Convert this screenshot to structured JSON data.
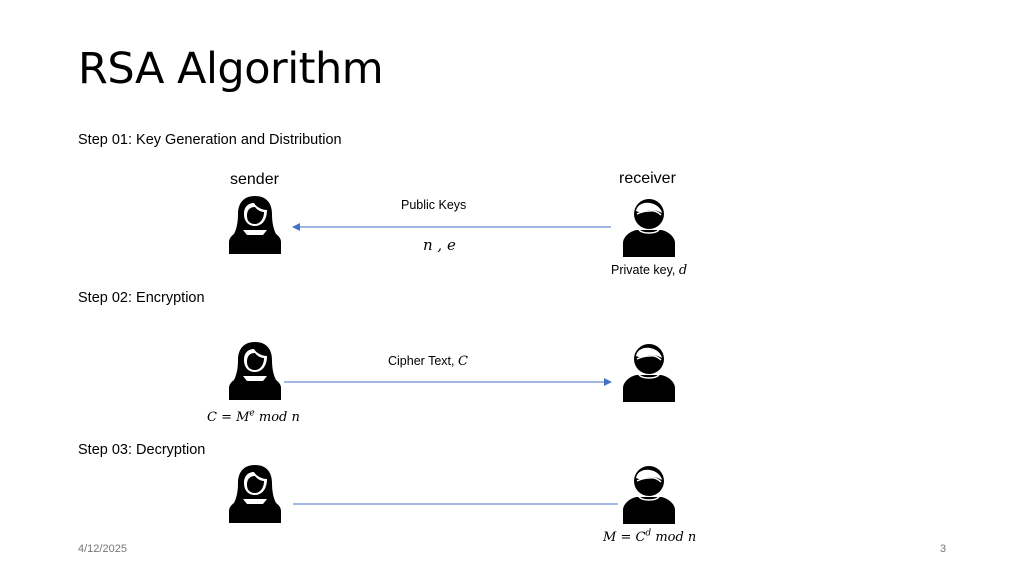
{
  "slide": {
    "title": "RSA Algorithm",
    "date": "4/12/2025",
    "page_number": "3"
  },
  "step1": {
    "heading": "Step 01: Key Generation and Distribution",
    "sender_label": "sender",
    "receiver_label": "receiver",
    "arrow_label": "Public Keys",
    "public_key_values": "n , e",
    "private_key_text": "Private key, ",
    "private_key_symbol": "d"
  },
  "step2": {
    "heading": "Step 02: Encryption",
    "arrow_label_text": "Cipher Text, ",
    "arrow_label_symbol": "C",
    "formula_lhs": "C = M",
    "formula_exp": "e",
    "formula_rhs": " mod n"
  },
  "step3": {
    "heading": "Step 03: Decryption",
    "formula_lhs": "M = C",
    "formula_exp": "d",
    "formula_rhs": " mod n"
  },
  "colors": {
    "arrow": "#4472c4",
    "text": "#000000",
    "footer": "#767676"
  },
  "icons": [
    "woman-user-icon",
    "man-user-icon"
  ]
}
